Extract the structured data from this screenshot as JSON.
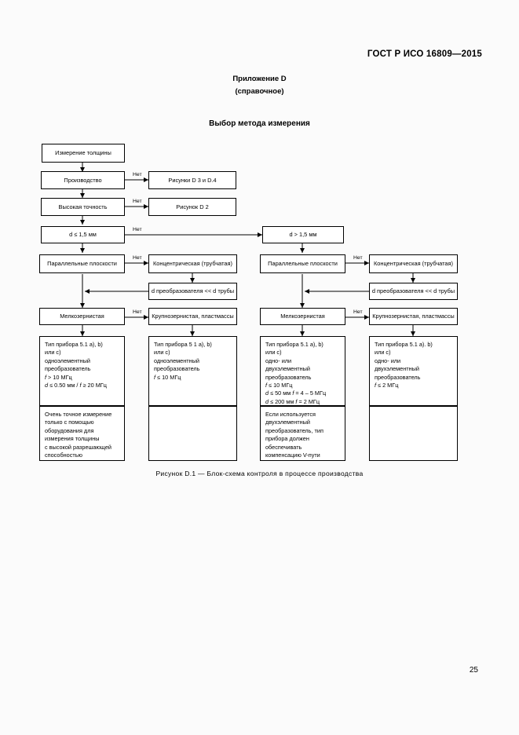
{
  "document": {
    "standard_header": "ГОСТ Р ИСО 16809—2015",
    "annex_title": "Приложение D",
    "annex_subtitle": "(справочное)",
    "section_title": "Выбор метода измерения",
    "figure_caption": "Рисунок  D.1 — Блок-схема контроля в процессе производства",
    "page_number": "25"
  },
  "flowchart": {
    "edge_label_no": "Нет",
    "nodes": {
      "thickness_measurement": "Измерение толщины",
      "production": "Производство",
      "figures_d3_d4": "Рисунки D 3 и D.4",
      "high_accuracy": "Высокая точность",
      "figure_d2": "Рисунок D 2",
      "d_le_1_5": "d ≤ 1,5 мм",
      "d_gt_1_5": "d > 1,5 мм",
      "parallel_planes_left": "Параллельные плоскости",
      "concentric_left": "Концентрическая (трубчатая)",
      "transducer_tube_left": "d преобразователя << d трубы",
      "fine_grained_left": "Мелкозернистая",
      "coarse_plastics_left": "Крупнозернистая, пластмассы",
      "parallel_planes_right": "Параллельные плоскости",
      "concentric_right": "Концентрическая (трубчатая)",
      "transducer_tube_right": "d преобразователя << d трубы",
      "fine_grained_right": "Мелкозернистая",
      "coarse_plastics_right": "Крупнозернистая, пластмассы"
    },
    "detail_boxes": [
      {
        "id": "col1-spec",
        "lines": [
          "Тип прибора 5.1 a), b)",
          "или c)",
          "одноэлементный",
          "преобразователь",
          "f > 10 МГц",
          "d ≤ 0.50 мм / f ≥ 20 МГц"
        ]
      },
      {
        "id": "col2-spec",
        "lines": [
          "Тип прибора 5 1 a), b)",
          "или c)",
          "одноэлементный",
          "преобразователь",
          "f ≤ 10 МГц"
        ]
      },
      {
        "id": "col3-spec",
        "lines": [
          "Тип прибора 5.1 a), b)",
          "или c)",
          "одно- или",
          "двухэлементный",
          "преобразователь",
          "f ≤ 10 МГц",
          "d ≤ 50 мм f = 4 – 5 МГц",
          "d ≤ 200 мм f = 2 МГц"
        ]
      },
      {
        "id": "col4-spec",
        "lines": [
          "Тип прибора 5.1 a). b)",
          "или c)",
          "одно- или",
          "двухэлементный",
          "преобразователь",
          "f ≤ 2 МГц"
        ]
      },
      {
        "id": "col1-note",
        "lines": [
          "Очень точное измерение",
          "только с помощью",
          "оборудования для",
          "измерения толщины",
          "с высокой разрешающей",
          "способностью"
        ]
      },
      {
        "id": "col2-note",
        "lines": []
      },
      {
        "id": "col3-note",
        "lines": [
          "Если используется",
          "двухэлементный",
          "преобразователь, тип",
          "прибора должен",
          "обеспечивать",
          "компенсацию V-пути"
        ]
      },
      {
        "id": "col4-note",
        "lines": []
      }
    ]
  }
}
